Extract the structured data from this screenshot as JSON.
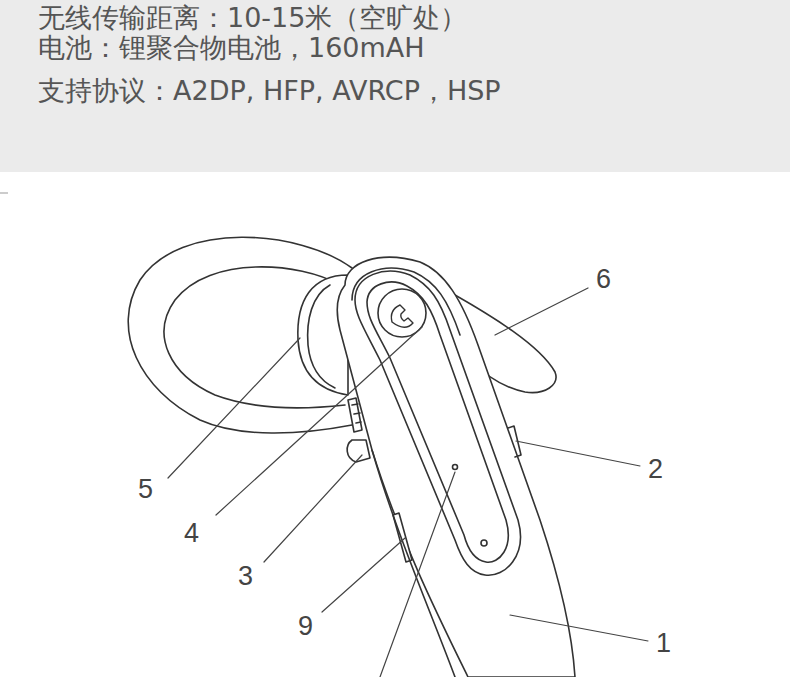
{
  "diagram": {
    "labels": [
      "无线传输距离：10-15米（空旷处）",
      "电池：锂聚合物电池，160mAH",
      "支持协议：A2DP, HFP, AVRCP，HSP",
      "6",
      "2",
      "5",
      "4",
      "3",
      "9",
      "1"
    ]
  }
}
